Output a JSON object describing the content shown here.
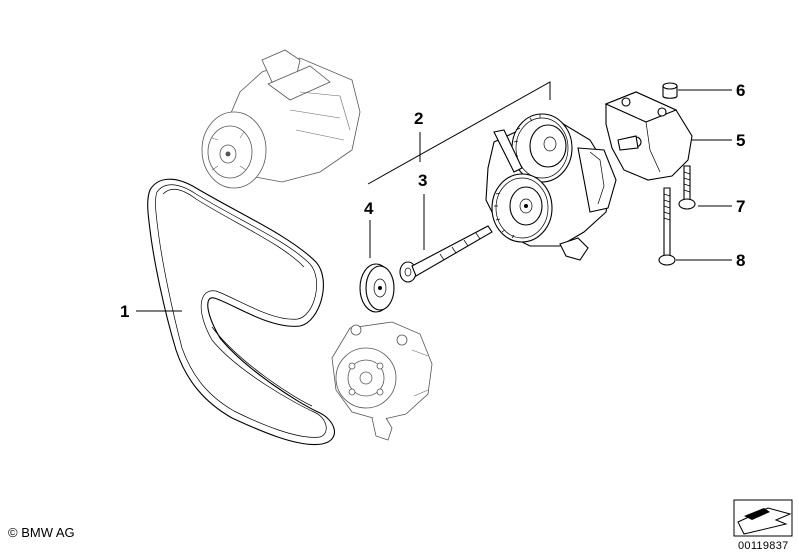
{
  "callouts": [
    {
      "id": "1",
      "label": "1"
    },
    {
      "id": "2",
      "label": "2"
    },
    {
      "id": "3",
      "label": "3"
    },
    {
      "id": "4",
      "label": "4"
    },
    {
      "id": "5",
      "label": "5"
    },
    {
      "id": "6",
      "label": "6"
    },
    {
      "id": "7",
      "label": "7"
    },
    {
      "id": "8",
      "label": "8"
    }
  ],
  "footer": {
    "copyright": "© BMW AG",
    "diagram_id": "00119837"
  },
  "icons": {
    "direction": "direction-arrow-icon"
  }
}
